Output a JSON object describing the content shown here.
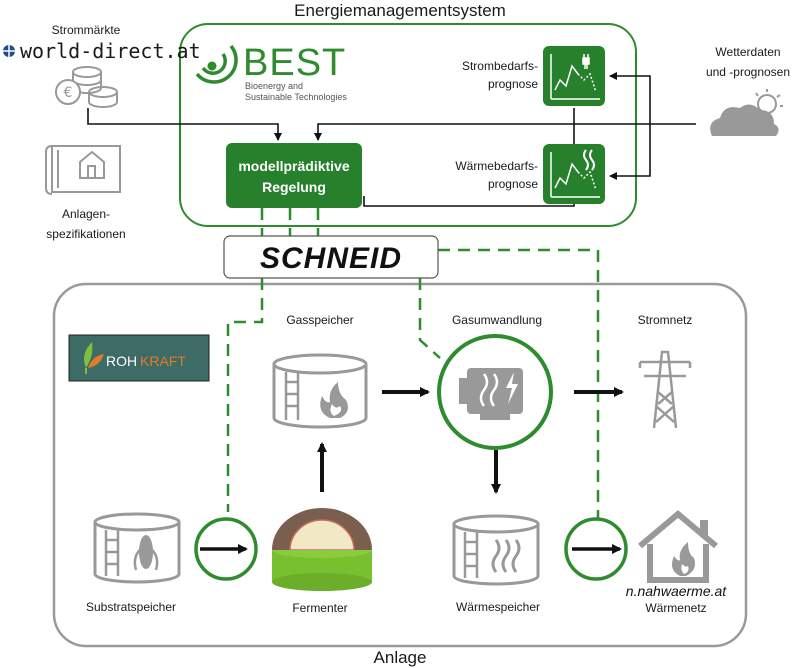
{
  "ems": {
    "title": "Energiemanagementsystem"
  },
  "anlage": {
    "title": "Anlage"
  },
  "best": {
    "name": "BEST",
    "sub1": "Bioenergy and",
    "sub2": "Sustainable Technologies"
  },
  "strom_prognose": {
    "line1": "Strombedarfs-",
    "line2": "prognose"
  },
  "waerme_prognose": {
    "line1": "Wärmebedarfs-",
    "line2": "prognose"
  },
  "mpc": {
    "line1": "modellprädiktive",
    "line2": "Regelung"
  },
  "wetter": {
    "line1": "Wetterdaten",
    "line2": "und -prognosen"
  },
  "strommaerkte": {
    "label": "Strommärkte",
    "brand": "world-direct.at"
  },
  "anlagen_spec": {
    "line1": "Anlagen-",
    "line2": "spezifikationen"
  },
  "schneid": {
    "name": "SCHNEID"
  },
  "rohkraft": {
    "part1": "ROH",
    "part2": "KRAFT"
  },
  "nodes": {
    "gasspeicher": "Gasspeicher",
    "gasumwandlung": "Gasumwandlung",
    "stromnetz": "Stromnetz",
    "substratspeicher": "Substratspeicher",
    "fermenter": "Fermenter",
    "waermespeicher": "Wärmespeicher",
    "nahwaerme": "n.nahwaerme.at",
    "waermenetz": "Wärmenetz"
  },
  "colors": {
    "green": "#2e8b2e",
    "dark_green": "#27802c",
    "gray": "#9a9a9a",
    "dark": "#1a1a1a"
  }
}
